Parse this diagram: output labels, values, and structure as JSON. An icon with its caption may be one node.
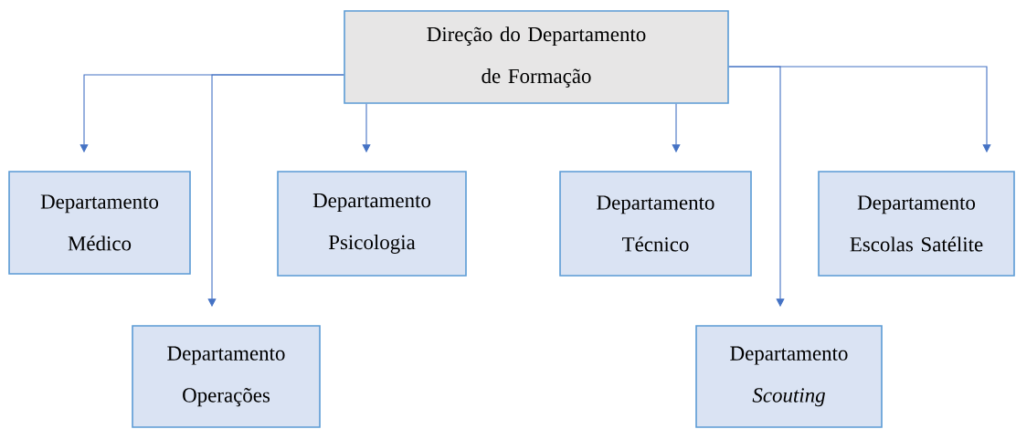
{
  "diagram": {
    "nodes": [
      {
        "text": [
          "Direção do Departamento de Formação"
        ]
      },
      {
        "text": [
          "Departamento Médico"
        ]
      },
      {
        "text": [
          "Departamento Operações"
        ]
      },
      {
        "text": [
          "Departamento Psicologia"
        ]
      },
      {
        "text": [
          "Departamento Técnico"
        ]
      },
      {
        "text": [
          "Departamento *Scouting*"
        ]
      },
      {
        "text": [
          "Departamento Escolas Satélite"
        ]
      }
    ],
    "edges": [
      {
        "from": 0,
        "to": 1,
        "arrow": "to"
      },
      {
        "from": 0,
        "to": 2,
        "arrow": "to"
      },
      {
        "from": 0,
        "to": 3,
        "arrow": "to"
      },
      {
        "from": 0,
        "to": 4,
        "arrow": "to"
      },
      {
        "from": 0,
        "to": 5,
        "arrow": "to"
      },
      {
        "from": 0,
        "to": 6,
        "arrow": "to"
      }
    ]
  }
}
